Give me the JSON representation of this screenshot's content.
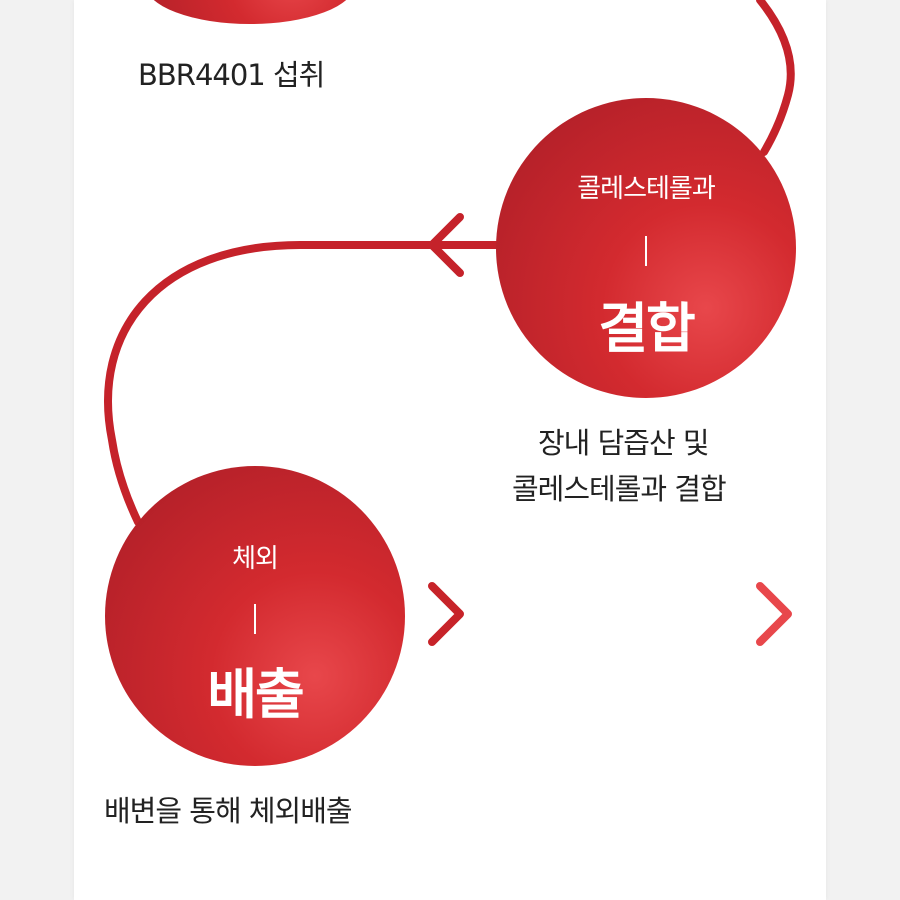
{
  "steps": [
    {
      "caption": "BBR4401 섭취"
    },
    {
      "label_small": "콜레스테롤과",
      "label_big": "결합",
      "caption_lines": [
        "장내 담즙산 및",
        "콜레스테롤과 결합"
      ]
    },
    {
      "label_small": "체외",
      "label_big": "배출",
      "caption": "배변을 통해 체외배출"
    }
  ],
  "colors": {
    "accent": "#c5222a",
    "accent_light": "#e8474b",
    "text": "#222222",
    "background": "#ffffff"
  }
}
